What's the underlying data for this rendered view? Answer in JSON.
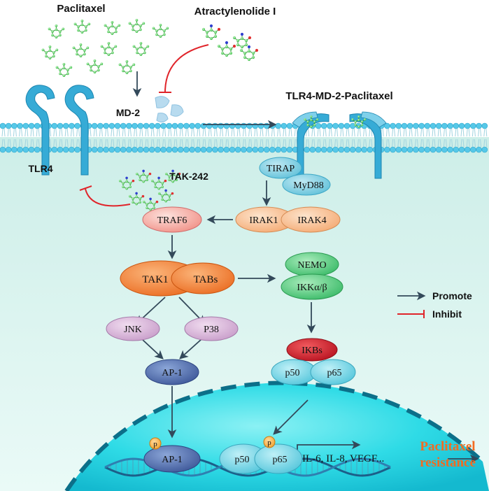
{
  "labels": {
    "paclitaxel": "Paclitaxel",
    "atractylenolide": "Atractylenolide I",
    "md2": "MD-2",
    "complex": "TLR4-MD-2-Paclitaxel",
    "tlr4": "TLR4",
    "tak242": "TAK-242",
    "tirap": "TIRAP",
    "myd88": "MyD88",
    "traf6": "TRAF6",
    "irak1": "IRAK1",
    "irak4": "IRAK4",
    "tak1": "TAK1",
    "tabs": "TABs",
    "nemo": "NEMO",
    "ikk": "IKKα/β",
    "jnk": "JNK",
    "p38": "P38",
    "ap1": "AP-1",
    "ikbs": "IKBs",
    "p50": "p50",
    "p65": "p65",
    "nuc_ap1": "AP-1",
    "nuc_p50": "p50",
    "nuc_p65": "p65",
    "phos": "p",
    "phos2": "p",
    "genes": "IL-6, IL-8, VEGF...",
    "resistance_line1": "Paclitaxel",
    "resistance_line2": "resistance"
  },
  "legend": {
    "promote": "Promote",
    "inhibit": "Inhibit"
  },
  "colors": {
    "arrow": "#33495a",
    "inhibit": "#e0242a",
    "cytoplasm": "#dff7f3",
    "nucleus": "#27d9e6",
    "receptor": "#35a9d4",
    "output": "#f26b21",
    "drug": "#33c33a"
  }
}
